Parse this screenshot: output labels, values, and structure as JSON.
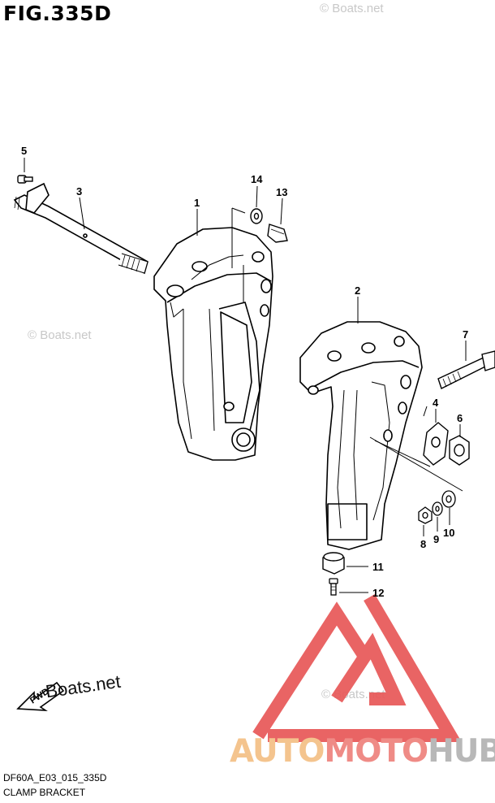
{
  "figure": {
    "title": "FIG.335D",
    "code": "DF60A_E03_015_335D",
    "caption": "CLAMP BRACKET"
  },
  "watermarks": {
    "site_top": "© Boats.net",
    "site_left": "© Boats.net",
    "site_bottom_right": "© Boats.net",
    "site_fwd": "Boats.net"
  },
  "brand": {
    "part1": "AUTO",
    "part2": "MOTO",
    "part3": "HUB",
    "colors": {
      "auto": "#f4c48e",
      "moto": "#ef8b86",
      "hub": "#b8b8b8",
      "triangle": "#e85c5c"
    }
  },
  "callouts": [
    {
      "number": "1",
      "part": "clamp-bracket-left"
    },
    {
      "number": "2",
      "part": "clamp-bracket-right"
    },
    {
      "number": "3",
      "part": "clamp-shaft"
    },
    {
      "number": "4",
      "part": "plate"
    },
    {
      "number": "5",
      "part": "bolt-small"
    },
    {
      "number": "6",
      "part": "nut-large"
    },
    {
      "number": "7",
      "part": "bolt-long"
    },
    {
      "number": "8",
      "part": "nut-small"
    },
    {
      "number": "9",
      "part": "washer-small"
    },
    {
      "number": "10",
      "part": "washer-large"
    },
    {
      "number": "11",
      "part": "rubber-stopper"
    },
    {
      "number": "12",
      "part": "screw"
    },
    {
      "number": "13",
      "part": "bolt-short"
    },
    {
      "number": "14",
      "part": "washer"
    }
  ]
}
